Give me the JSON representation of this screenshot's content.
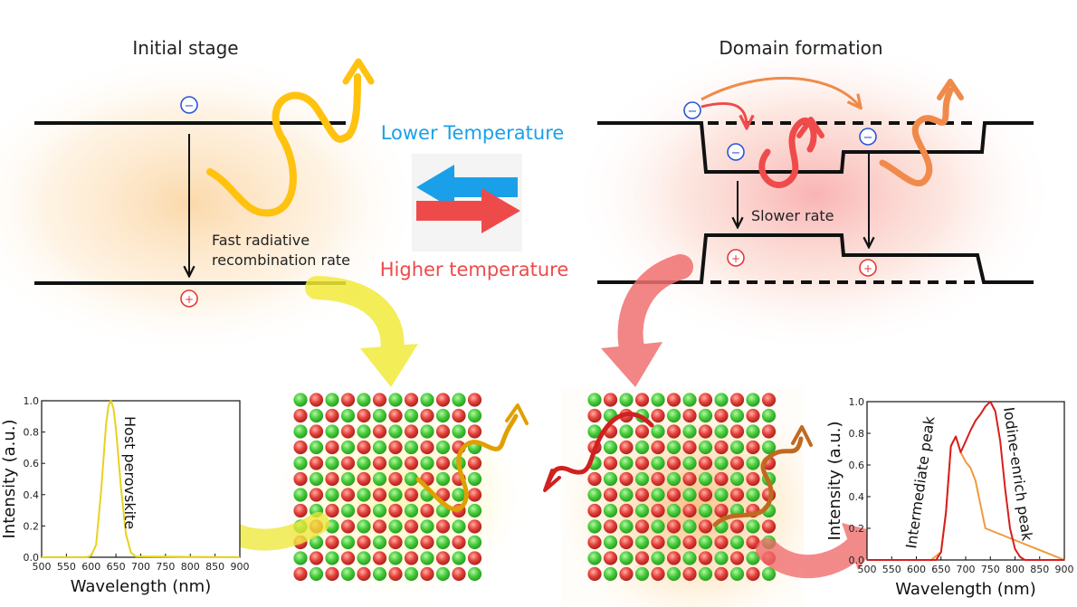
{
  "left": {
    "title": "Initial stage",
    "rate_line1": "Fast radiative",
    "rate_line2": "recombination rate"
  },
  "right": {
    "title": "Domain formation",
    "rate_label": "Slower rate"
  },
  "center": {
    "lower_label": "Lower Temperature",
    "higher_label": "Higher temperature",
    "lower_color": "#1aa0e8",
    "higher_color": "#ee4a4a"
  },
  "carriers": {
    "electron_symbol": "−",
    "hole_symbol": "+"
  },
  "colors": {
    "electron": "#2b55d8",
    "hole": "#e53935",
    "yellow_wave": "#ffc20f",
    "red_wave": "#ef4b4b",
    "orange_wave": "#f08a4a",
    "ion_green": "#45cc3a",
    "ion_red": "#e5403a",
    "band_line": "#111111"
  },
  "lattice": {
    "rows": 12,
    "cols": 12
  },
  "chart_data": [
    {
      "type": "line",
      "title": "",
      "xlabel": "Wavelength (nm)",
      "ylabel": "Intensity (a.u.)",
      "xlim": [
        500,
        900
      ],
      "ylim": [
        0,
        1
      ],
      "xticks": [
        "500",
        "550",
        "600",
        "650",
        "700",
        "750",
        "800",
        "850",
        "900"
      ],
      "yticks": [
        "0.0",
        "0.2",
        "0.4",
        "0.6",
        "0.8",
        "1.0"
      ],
      "annotations": [
        "Host perovskite"
      ],
      "series": [
        {
          "color": "#e8d21c",
          "x": [
            500,
            590,
            600,
            610,
            620,
            630,
            635,
            640,
            645,
            650,
            660,
            670,
            680,
            690,
            900
          ],
          "y": [
            0,
            0,
            0.01,
            0.08,
            0.42,
            0.85,
            0.97,
            1.0,
            0.95,
            0.82,
            0.45,
            0.15,
            0.03,
            0.005,
            0
          ]
        }
      ]
    },
    {
      "type": "line",
      "title": "",
      "xlabel": "Wavelength (nm)",
      "ylabel": "Intensity (a.u.)",
      "xlim": [
        500,
        900
      ],
      "ylim": [
        0,
        1
      ],
      "xticks": [
        "500",
        "550",
        "600",
        "650",
        "700",
        "750",
        "800",
        "850",
        "900"
      ],
      "yticks": [
        "0.0",
        "0.2",
        "0.4",
        "0.6",
        "0.8",
        "1.0"
      ],
      "annotations": [
        "Intermediate peak",
        "Iodine-enrich peak"
      ],
      "series": [
        {
          "color": "#f09a3e",
          "x": [
            500,
            630,
            650,
            660,
            670,
            680,
            690,
            700,
            710,
            720,
            730,
            740,
            900
          ],
          "y": [
            0,
            0,
            0.05,
            0.3,
            0.72,
            0.78,
            0.68,
            0.62,
            0.58,
            0.5,
            0.35,
            0.2,
            0
          ]
        },
        {
          "color": "#d81e1e",
          "x": [
            500,
            640,
            650,
            660,
            670,
            680,
            690,
            700,
            710,
            720,
            730,
            740,
            750,
            760,
            770,
            780,
            790,
            800,
            810,
            820,
            900
          ],
          "y": [
            0,
            0,
            0.05,
            0.3,
            0.72,
            0.78,
            0.68,
            0.75,
            0.82,
            0.88,
            0.92,
            0.97,
            1.0,
            0.94,
            0.75,
            0.45,
            0.2,
            0.07,
            0.02,
            0,
            0
          ]
        }
      ]
    }
  ]
}
